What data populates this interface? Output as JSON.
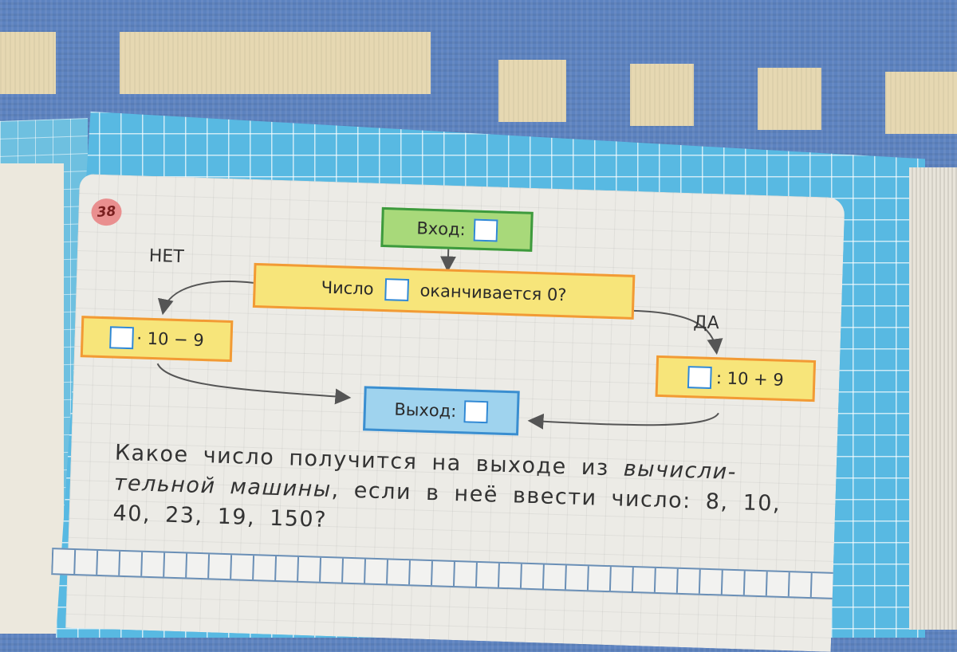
{
  "exercise_number": "38",
  "start_box": {
    "label": "Вход:"
  },
  "decision_box": {
    "label_before": "Число",
    "label_after": "оканчивается 0?"
  },
  "branch_no": {
    "label": "НЕТ",
    "formula": "· 10 − 9"
  },
  "branch_yes": {
    "label": "ДА",
    "formula": ": 10 + 9"
  },
  "output_box": {
    "label": "Выход:"
  },
  "question": {
    "line1": "Какое число получится на выходе из",
    "italic_part": "вычисли- тельной машины",
    "line2": ", если в неё ввести число: 8, 10, 40, 23, 19, 150?"
  },
  "colors": {
    "start_fill": "#a8d97a",
    "start_border": "#3d9a3d",
    "process_fill": "#f7e57a",
    "process_border": "#f29a35",
    "output_fill": "#9fd3ee",
    "output_border": "#3a8ed0",
    "page_grid": "#58b9e2"
  }
}
